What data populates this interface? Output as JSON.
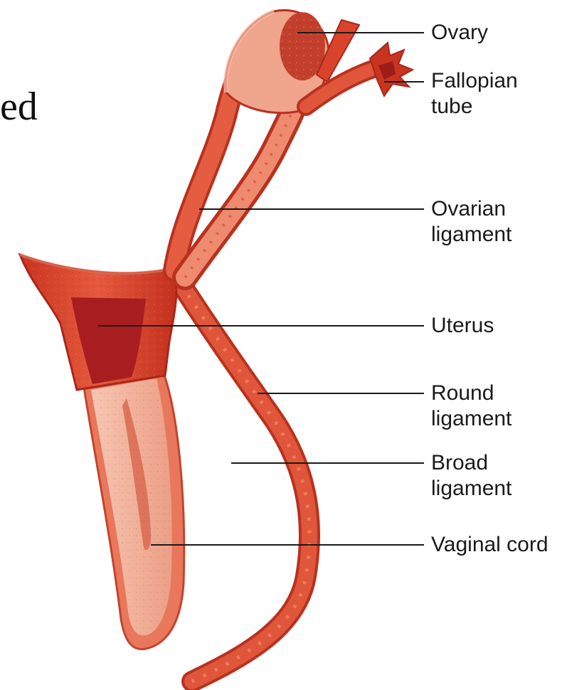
{
  "fragment_text": "ed",
  "labels": {
    "ovary": "Ovary",
    "fallopian_tube": "Fallopian\ntube",
    "ovarian_ligament": "Ovarian\nligament",
    "uterus": "Uterus",
    "round_ligament": "Round\nligament",
    "broad_ligament": "Broad\nligament",
    "vaginal_cord": "Vaginal cord"
  },
  "colors": {
    "tissue_red": "#d9432c",
    "tissue_dark": "#a91f1c",
    "tissue_pale": "#f2b49c",
    "tissue_mid": "#e5735a",
    "leader_line": "#1a1a1a"
  }
}
